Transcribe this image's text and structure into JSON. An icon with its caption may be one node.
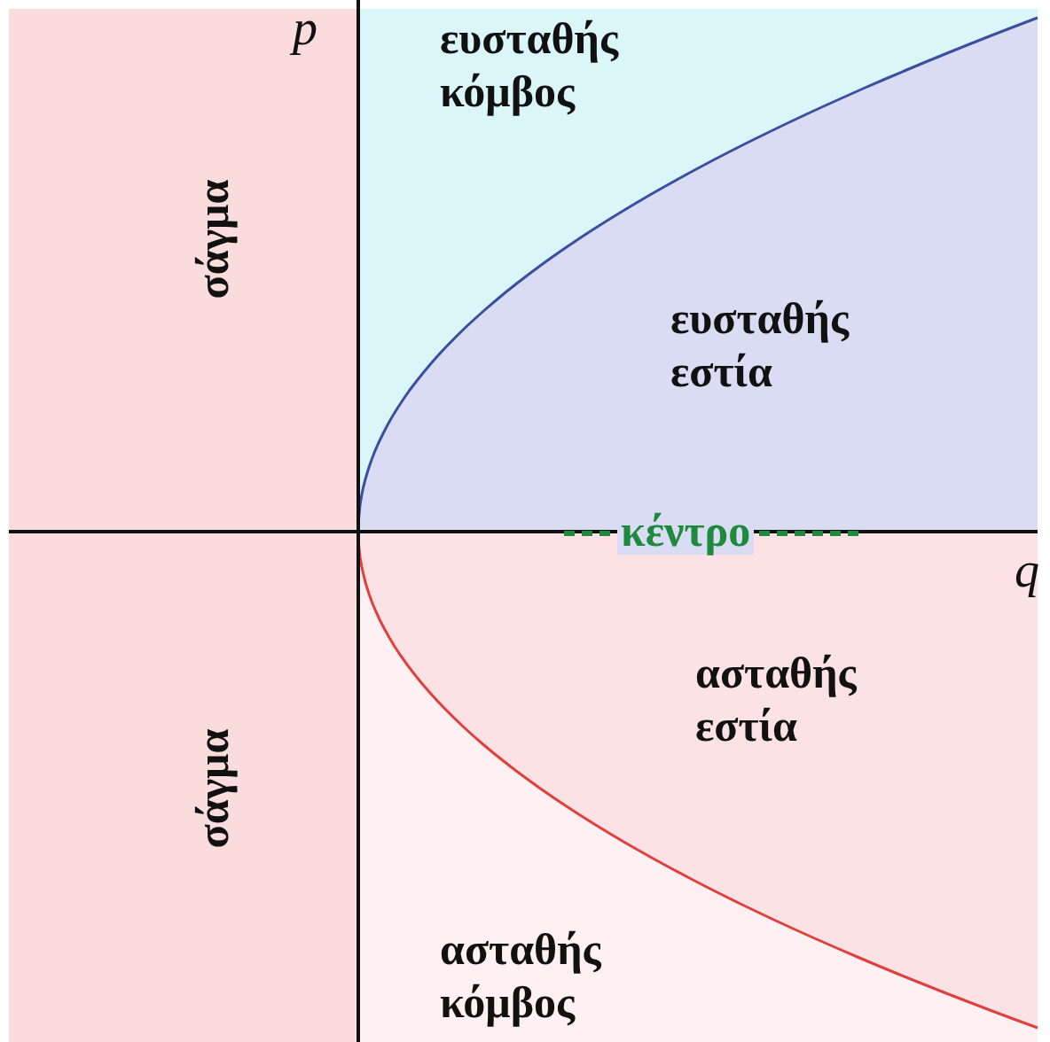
{
  "diagram": {
    "labels": [
      "p",
      "ευσταθής κόμβος",
      "σάγμα",
      "ευσταθής εστία",
      "κέντρο",
      "q",
      "ασταθής εστία",
      "σάγμα",
      "ασταθής κόμβος"
    ]
  }
}
